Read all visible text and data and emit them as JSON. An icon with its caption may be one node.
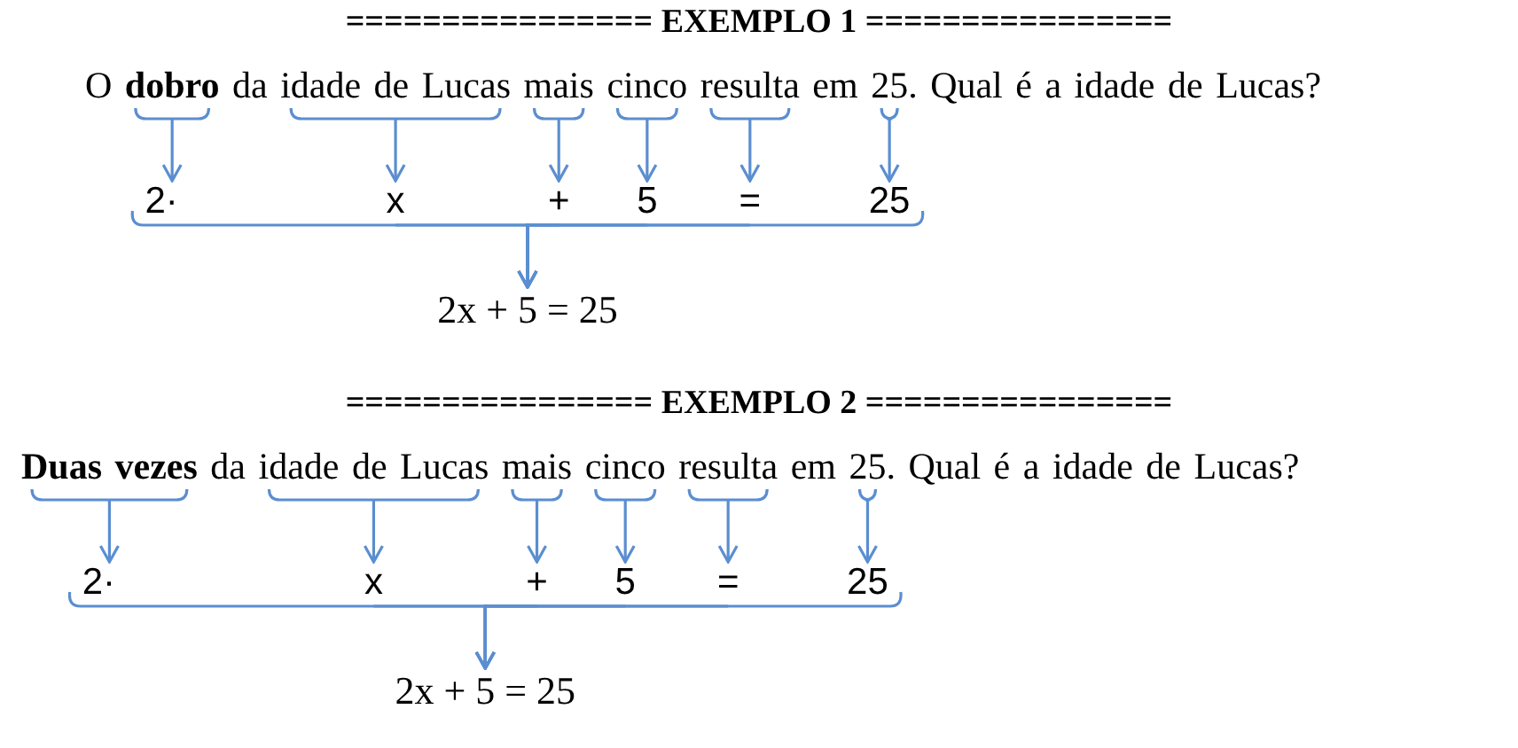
{
  "diagram": {
    "nodes": [
      {
        "text": [
          "dobro"
        ]
      },
      {
        "text": [
          "idade de Lucas"
        ]
      },
      {
        "text": [
          "mais"
        ]
      },
      {
        "text": [
          "cinco"
        ]
      },
      {
        "text": [
          "resulta"
        ]
      },
      {
        "text": [
          "25"
        ]
      },
      {
        "text": [
          "2·"
        ]
      },
      {
        "text": [
          "x"
        ]
      },
      {
        "text": [
          "+"
        ]
      },
      {
        "text": [
          "5"
        ]
      },
      {
        "text": [
          "="
        ]
      },
      {
        "text": [
          "25"
        ]
      },
      {
        "text": [
          "2x + 5 = 25"
        ]
      },
      {
        "text": [
          "Duas vezes"
        ]
      },
      {
        "text": [
          "idade de Lucas"
        ]
      },
      {
        "text": [
          "mais"
        ]
      },
      {
        "text": [
          "cinco"
        ]
      },
      {
        "text": [
          "resulta"
        ]
      },
      {
        "text": [
          "25"
        ]
      },
      {
        "text": [
          "2·"
        ]
      },
      {
        "text": [
          "x"
        ]
      },
      {
        "text": [
          "+"
        ]
      },
      {
        "text": [
          "5"
        ]
      },
      {
        "text": [
          "="
        ]
      },
      {
        "text": [
          "25"
        ]
      },
      {
        "text": [
          "2x + 5 = 25"
        ]
      }
    ],
    "edges": [
      {
        "from": 0,
        "to": 6,
        "arrow": "to"
      },
      {
        "from": 1,
        "to": 7,
        "arrow": "to"
      },
      {
        "from": 2,
        "to": 8,
        "arrow": "to"
      },
      {
        "from": 3,
        "to": 9,
        "arrow": "to"
      },
      {
        "from": 4,
        "to": 10,
        "arrow": "to"
      },
      {
        "from": 5,
        "to": 11,
        "arrow": "to"
      },
      {
        "from": 6,
        "to": 12,
        "arrow": "to"
      },
      {
        "from": 7,
        "to": 12,
        "arrow": "to"
      },
      {
        "from": 8,
        "to": 12,
        "arrow": "to"
      },
      {
        "from": 9,
        "to": 12,
        "arrow": "to"
      },
      {
        "from": 10,
        "to": 12,
        "arrow": "to"
      },
      {
        "from": 11,
        "to": 12,
        "arrow": "to"
      },
      {
        "from": 13,
        "to": 19,
        "arrow": "to"
      },
      {
        "from": 14,
        "to": 20,
        "arrow": "to"
      },
      {
        "from": 15,
        "to": 21,
        "arrow": "to"
      },
      {
        "from": 16,
        "to": 22,
        "arrow": "to"
      },
      {
        "from": 17,
        "to": 23,
        "arrow": "to"
      },
      {
        "from": 18,
        "to": 24,
        "arrow": "to"
      },
      {
        "from": 19,
        "to": 25,
        "arrow": "to"
      },
      {
        "from": 20,
        "to": 25,
        "arrow": "to"
      },
      {
        "from": 21,
        "to": 25,
        "arrow": "to"
      },
      {
        "from": 22,
        "to": 25,
        "arrow": "to"
      },
      {
        "from": 23,
        "to": 25,
        "arrow": "to"
      },
      {
        "from": 24,
        "to": 25,
        "arrow": "to"
      }
    ],
    "labels": [
      "================ EXEMPLO 1 ================",
      "O",
      "da",
      "em",
      ". Qual é a idade de Lucas?",
      "================ EXEMPLO 2 ================",
      "da",
      "em",
      ". Qual é a idade de Lucas?"
    ]
  }
}
